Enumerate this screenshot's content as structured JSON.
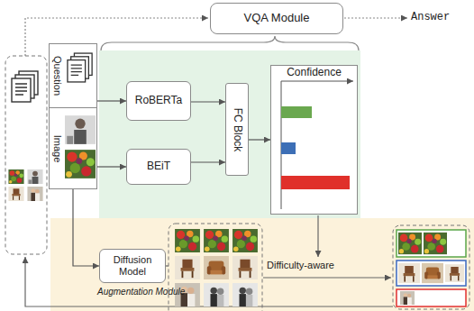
{
  "diagram": {
    "nodes": [
      {
        "text": [
          "VQA Module"
        ]
      },
      {
        "text": [
          "Question"
        ]
      },
      {
        "text": [
          "Image"
        ]
      },
      {
        "text": [
          "RoBERTa"
        ]
      },
      {
        "text": [
          "BEiT"
        ]
      },
      {
        "text": [
          "FC Block"
        ]
      },
      {
        "text": [
          "Confidence"
        ]
      },
      {
        "text": [
          "Augmentation Module"
        ]
      },
      {
        "text": [
          "Diffusion Model"
        ],
        "in": 7
      }
    ],
    "edges": [
      {
        "from": 1,
        "to": 3,
        "arrow": "to"
      },
      {
        "from": 2,
        "to": 4,
        "arrow": "to"
      },
      {
        "from": 3,
        "to": 5,
        "arrow": "to"
      },
      {
        "from": 4,
        "to": 5,
        "arrow": "to"
      },
      {
        "from": 5,
        "to": 6,
        "arrow": "to"
      },
      {
        "from": 2,
        "to": 8,
        "arrow": "to"
      }
    ],
    "labels": [
      "Answer",
      "Difficulty-aware"
    ]
  }
}
